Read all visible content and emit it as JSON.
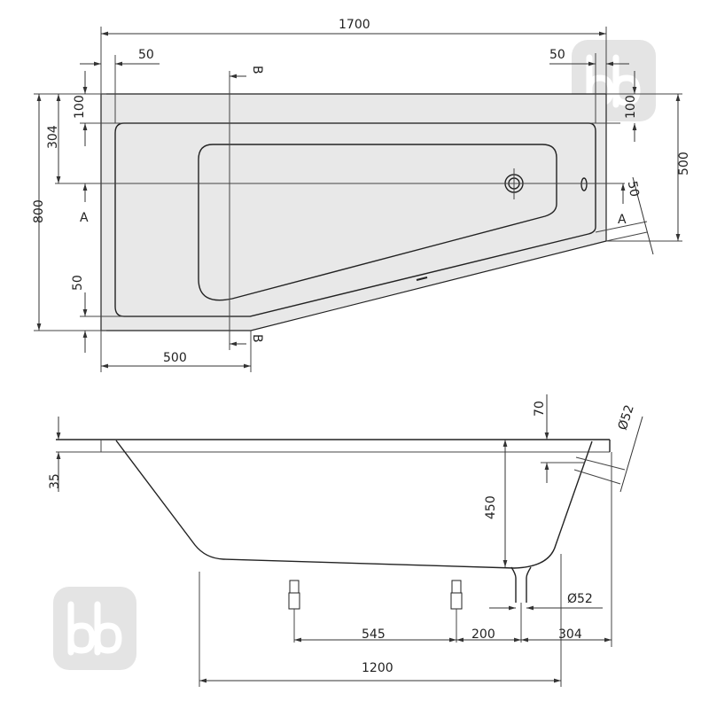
{
  "top_view": {
    "dim_length": "1700",
    "dim_rim_left": "50",
    "dim_rim_right": "50",
    "dim_width": "800",
    "dim_drain_offset": "304",
    "dim_rim_top_left": "100",
    "dim_rim_top_right": "100",
    "dim_rim_bottom": "50",
    "dim_short_side": "500",
    "dim_bottom_left": "500",
    "dim_slant_rim": "50",
    "section_a_left": "A",
    "section_a_right": "A",
    "section_b_top": "B",
    "section_b_bottom": "B"
  },
  "side_view": {
    "dim_rim_height": "35",
    "dim_overflow": "70",
    "dim_depth": "450",
    "dim_overflow_diameter": "Ø52",
    "dim_drain_diameter": "Ø52",
    "dim_feet_spacing": "545",
    "dim_foot_to_drain": "200",
    "dim_drain_to_end": "304",
    "dim_base_length": "1200"
  },
  "watermark": {
    "text": "bb"
  },
  "colors": {
    "tub_fill": "#e8e8e8",
    "line": "#222222"
  }
}
